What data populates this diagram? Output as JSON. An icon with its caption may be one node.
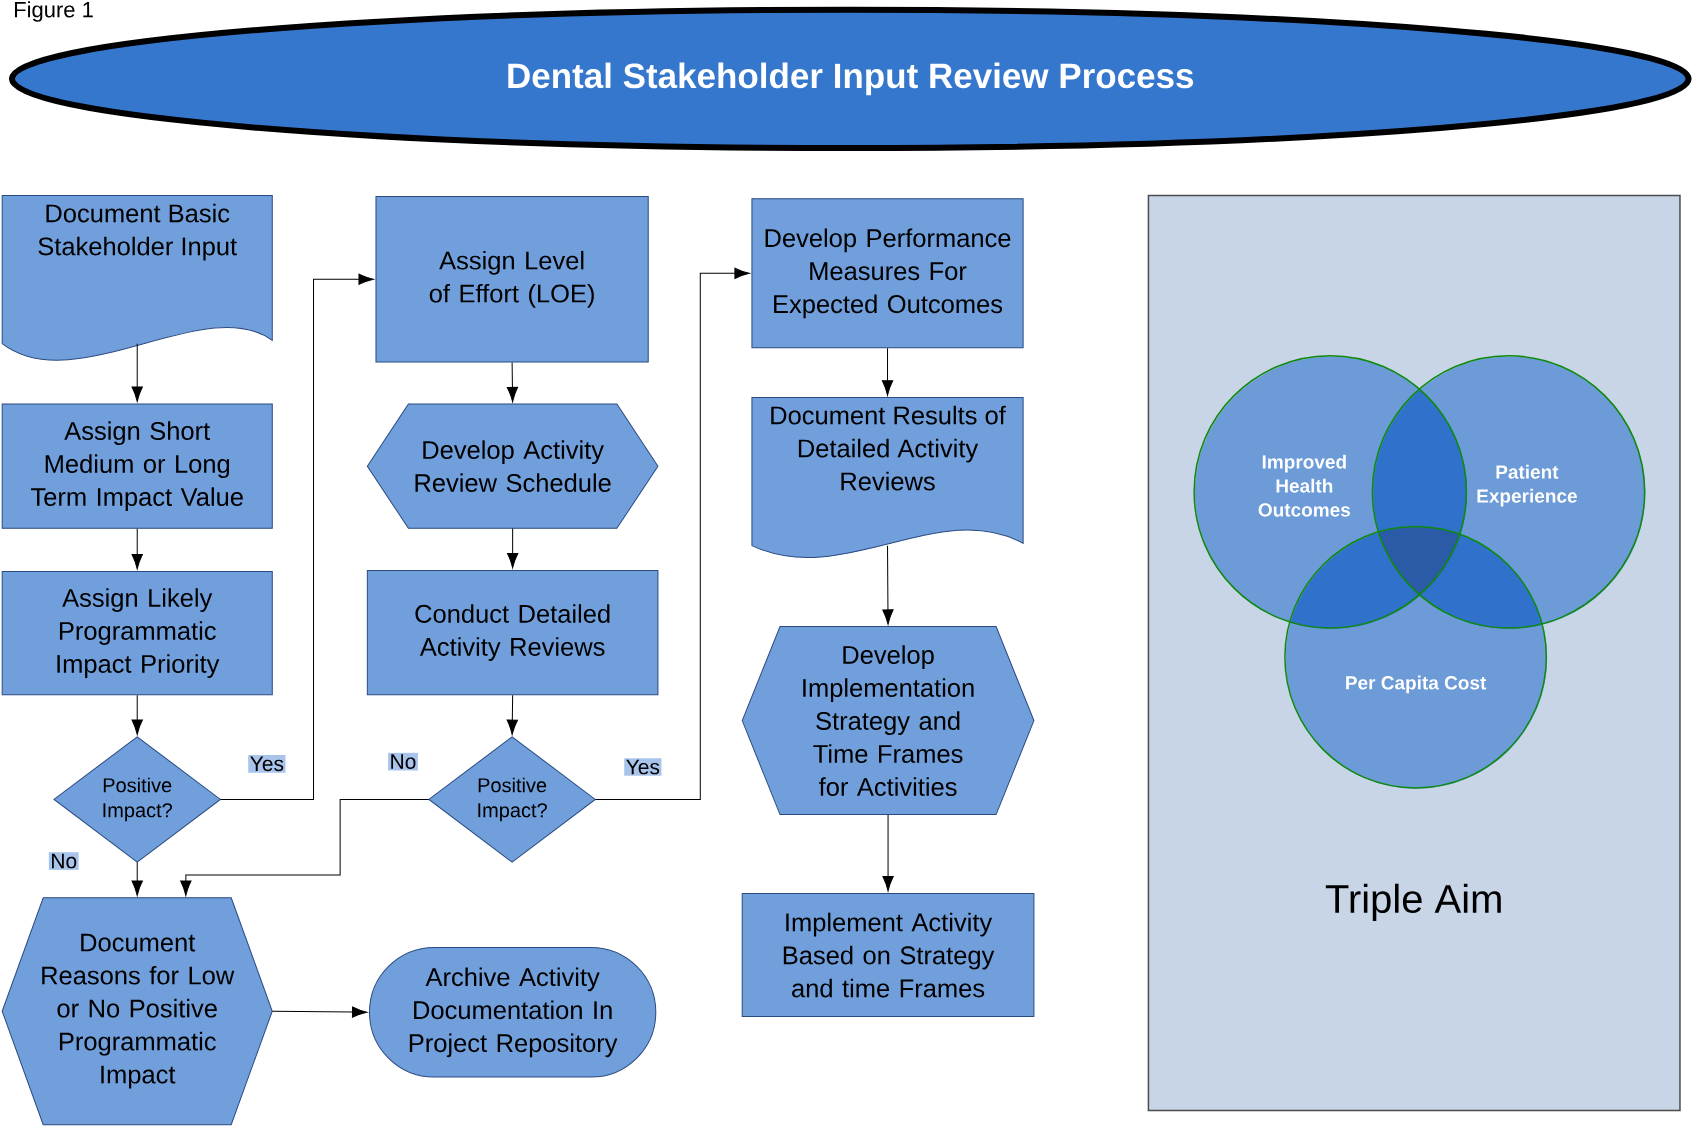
{
  "diagram": {
    "title": "Dental Stakeholder Input Review Process",
    "nodes": [
      {
        "text": [
          "Document Basic Stakeholder Input"
        ]
      },
      {
        "text": [
          "Assign Short Medium or Long Term Impact Value"
        ]
      },
      {
        "text": [
          "Assign Likely Programmatic Impact Priority"
        ]
      },
      {
        "text": [
          "Positive Impact?"
        ]
      },
      {
        "text": [
          "Document Reasons for Low or No Positive Programmatic Impact"
        ]
      },
      {
        "text": [
          "Assign Level of Effort (LOE)"
        ]
      },
      {
        "text": [
          "Develop Activity Review Schedule"
        ]
      },
      {
        "text": [
          "Conduct Detailed Activity Reviews"
        ]
      },
      {
        "text": [
          "Positive Impact?"
        ]
      },
      {
        "text": [
          "Archive Activity Documentation In Project Repository"
        ]
      },
      {
        "text": [
          "Develop Performance Measures For Expected Outcomes"
        ]
      },
      {
        "text": [
          "Document Results of Detailed Activity Reviews"
        ]
      },
      {
        "text": [
          "Develop Implementation Strategy and Time Frames for Activities"
        ]
      },
      {
        "text": [
          "Implement Activity Based on Strategy and time Frames"
        ]
      },
      {
        "text": [
          "Triple Aim"
        ]
      },
      {
        "text": [
          "Improved Health Outcomes"
        ],
        "in": 14
      },
      {
        "text": [
          "Patient Experience"
        ],
        "in": 14
      },
      {
        "text": [
          "Per Capita Cost"
        ],
        "in": 14
      }
    ],
    "edges": [
      {
        "from": 0,
        "to": 1,
        "arrow": "to"
      },
      {
        "from": 1,
        "to": 2,
        "arrow": "to"
      },
      {
        "from": 2,
        "to": 3,
        "arrow": "to"
      },
      {
        "from": 3,
        "to": 5,
        "arrow": "to",
        "label": "Yes"
      },
      {
        "from": 3,
        "to": 4,
        "arrow": "to",
        "label": "No"
      },
      {
        "from": 5,
        "to": 6,
        "arrow": "to"
      },
      {
        "from": 6,
        "to": 7,
        "arrow": "to"
      },
      {
        "from": 7,
        "to": 8,
        "arrow": "to"
      },
      {
        "from": 8,
        "to": 4,
        "arrow": "to",
        "label": "No"
      },
      {
        "from": 8,
        "to": 10,
        "arrow": "to",
        "label": "Yes"
      },
      {
        "from": 4,
        "to": 9,
        "arrow": "to"
      },
      {
        "from": 10,
        "to": 11,
        "arrow": "to"
      },
      {
        "from": 11,
        "to": 12,
        "arrow": "to"
      },
      {
        "from": 12,
        "to": 13,
        "arrow": "to"
      }
    ],
    "labels": [
      "Figure 1"
    ]
  }
}
